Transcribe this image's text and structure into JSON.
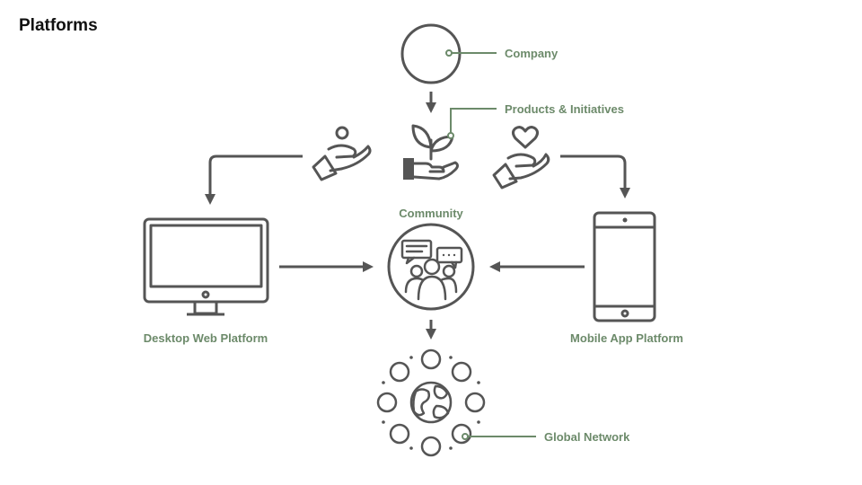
{
  "slide": {
    "title": "Platforms"
  },
  "labels": {
    "company": "Company",
    "products": "Products & Initiatives",
    "community": "Community",
    "desktop": "Desktop Web Platform",
    "mobile": "Mobile App Platform",
    "global": "Global Network"
  },
  "colors": {
    "line": "#555555",
    "accent": "#6c8a6a",
    "background": "#ffffff"
  },
  "icons": [
    "company-circle",
    "giving-hand-person-icon",
    "plant-in-hand-icon",
    "giving-hand-heart-icon",
    "desktop-monitor-icon",
    "community-icon",
    "mobile-phone-icon",
    "global-network-icon"
  ]
}
